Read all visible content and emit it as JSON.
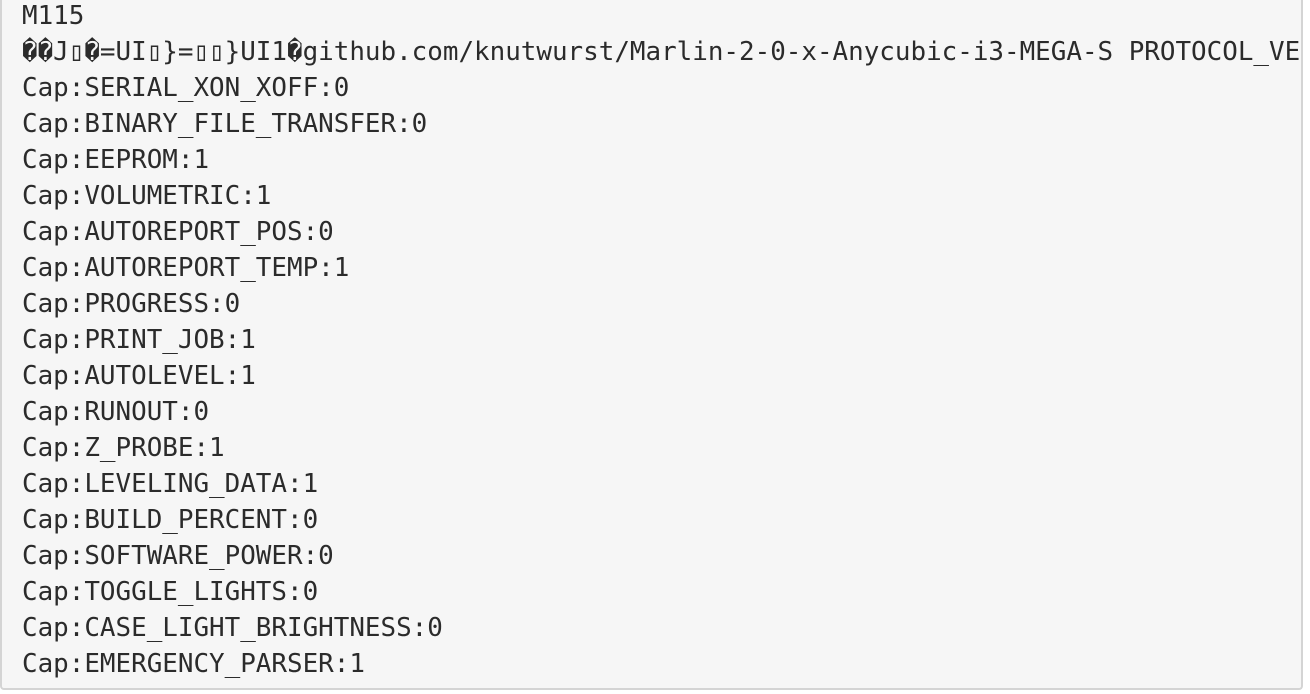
{
  "code_block": {
    "lines": [
      "M115",
      "��J▯�=UI▯}=▯▯}UI1�github.com/knutwurst/Marlin-2-0-x-Anycubic-i3-MEGA-S PROTOCOL_VE",
      "Cap:SERIAL_XON_XOFF:0",
      "Cap:BINARY_FILE_TRANSFER:0",
      "Cap:EEPROM:1",
      "Cap:VOLUMETRIC:1",
      "Cap:AUTOREPORT_POS:0",
      "Cap:AUTOREPORT_TEMP:1",
      "Cap:PROGRESS:0",
      "Cap:PRINT_JOB:1",
      "Cap:AUTOLEVEL:1",
      "Cap:RUNOUT:0",
      "Cap:Z_PROBE:1",
      "Cap:LEVELING_DATA:1",
      "Cap:BUILD_PERCENT:0",
      "Cap:SOFTWARE_POWER:0",
      "Cap:TOGGLE_LIGHTS:0",
      "Cap:CASE_LIGHT_BRIGHTNESS:0",
      "Cap:EMERGENCY_PARSER:1"
    ]
  }
}
